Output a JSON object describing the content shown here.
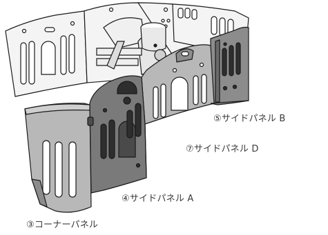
{
  "labels": {
    "side_panel_b": "⑤サイドパネル B",
    "side_panel_d": "⑦サイドパネル D",
    "side_panel_a": "④サイドパネル A",
    "corner_panel": "③コーナーパネル"
  },
  "colors": {
    "line": "#1a1a1a",
    "white_panel": "#f4f4f4",
    "light_gray": "#b8b8b8",
    "mid_gray": "#8c8c8c",
    "dark_gray": "#6a6a6a",
    "hole_dark": "#2e2e2e",
    "text": "#3a3a3a"
  }
}
